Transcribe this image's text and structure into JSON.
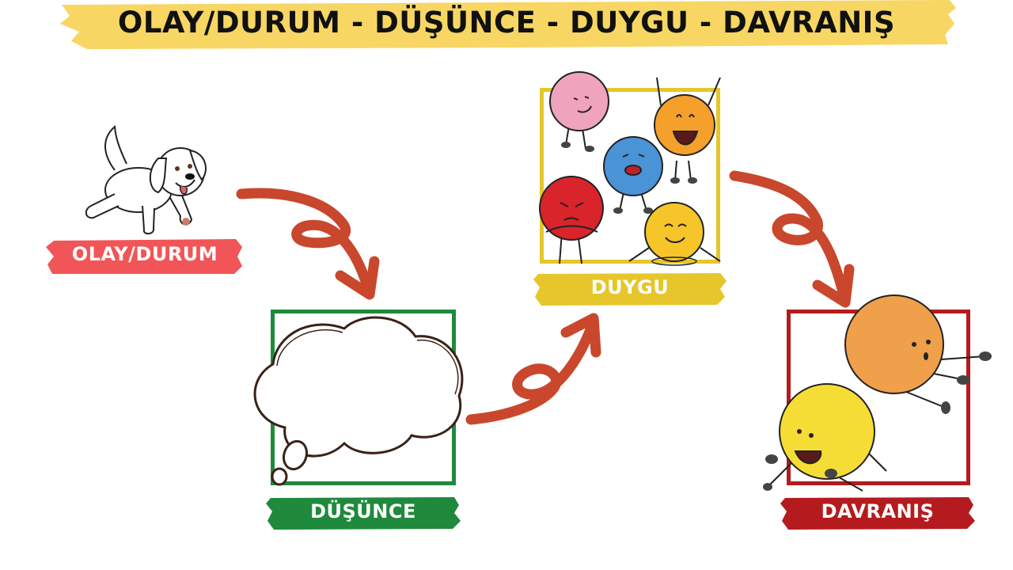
{
  "title": {
    "text": "OLAY/DURUM - DÜŞÜNCE - DUYGU - DAVRANIŞ",
    "band_color": "#f7d664"
  },
  "colors": {
    "arrow": "#c9472c",
    "olay": "#f25557",
    "dusunce": "#1f8a3c",
    "duygu": "#e6c62a",
    "davranis": "#b51b1e"
  },
  "nodes": [
    {
      "id": "olay",
      "label": "OLAY/DURUM",
      "image": "dog-icon"
    },
    {
      "id": "dusunce",
      "label": "DÜŞÜNCE",
      "image": "thought-cloud-icon"
    },
    {
      "id": "duygu",
      "label": "DUYGU",
      "image": "emotion-characters-icon"
    },
    {
      "id": "davranis",
      "label": "DAVRANIŞ",
      "image": "running-characters-icon"
    }
  ],
  "flow": [
    "OLAY/DURUM",
    "DÜŞÜNCE",
    "DUYGU",
    "DAVRANIŞ"
  ]
}
